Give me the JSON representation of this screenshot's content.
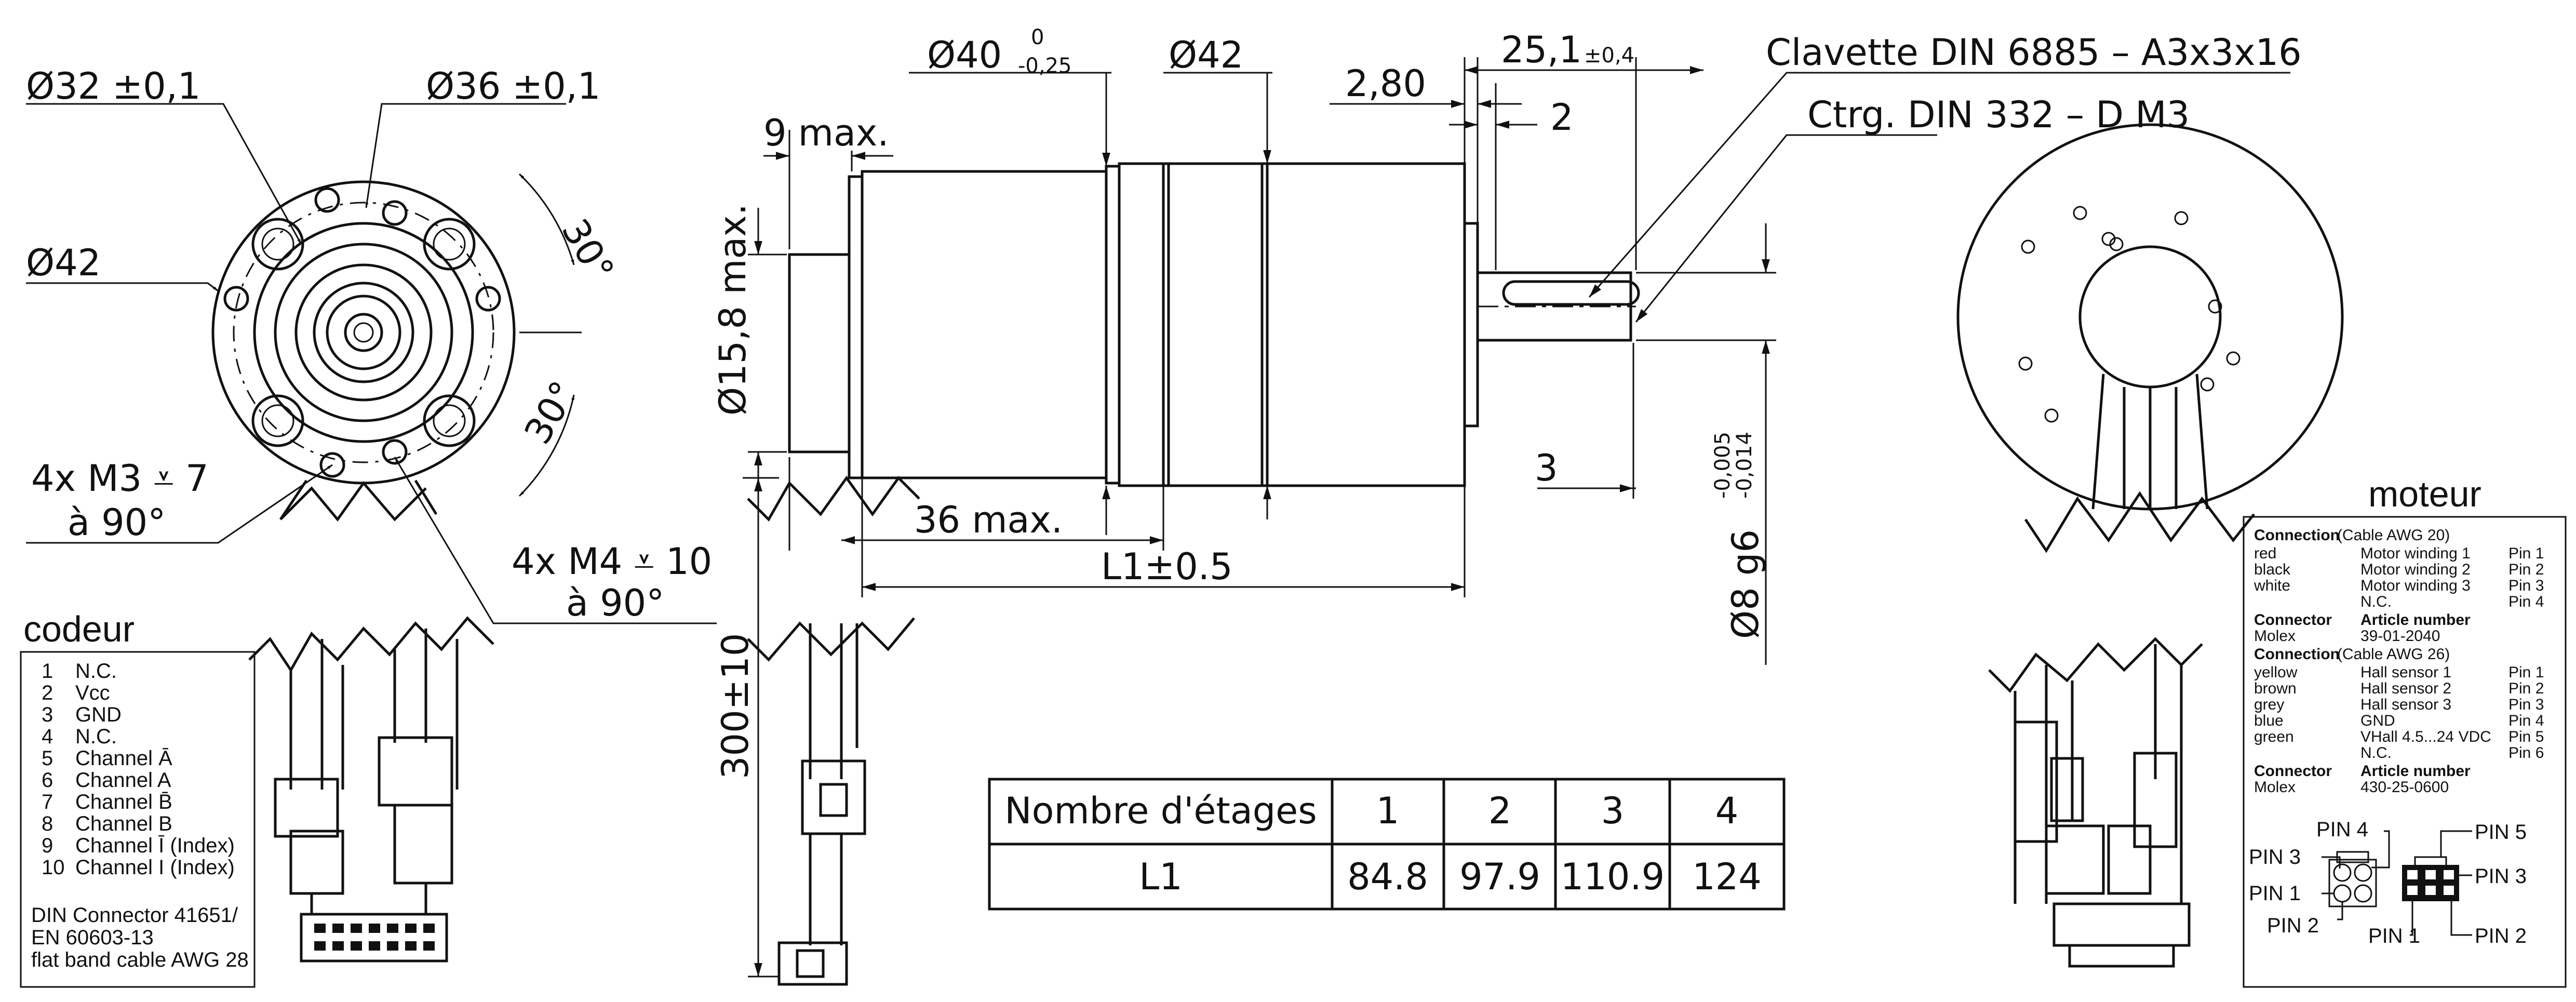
{
  "front_view": {
    "dia_32": "Ø32 ±0,1",
    "dia_36": "Ø36 ±0,1",
    "dia_42": "Ø42",
    "angle_top": "30°",
    "angle_bottom": "30°",
    "m3_thread": "4x M3 ⩡ 7",
    "m3_angle": "à 90°",
    "m4_thread": "4x M4 ⩡ 10",
    "m4_angle": "à 90°"
  },
  "side_view": {
    "dia_40": "Ø40",
    "dia_40_tol_upper": "0",
    "dia_40_tol_lower": "-0,25",
    "dia_42": "Ø42",
    "nine_max": "9 max.",
    "dim_2_80": "2,80",
    "dim_25_1": "25,1",
    "dim_25_1_tol": "±0,4",
    "dim_2": "2",
    "dim_3": "3",
    "key_label": "Clavette DIN 6885 – A3x3x16",
    "center_label": "Ctrg. DIN 332 – D M3",
    "dia_15_8": "Ø15,8 max.",
    "dia_8": "Ø8 g6",
    "dia_8_tol_upper": "-0,005",
    "dia_8_tol_lower": "-0,014",
    "thirty_six_max": "36 max.",
    "l1": "L1±0.5",
    "cable_len": "300±10"
  },
  "stages_table": {
    "header_label": "Nombre d'étages",
    "row_label": "L1",
    "stages": [
      "1",
      "2",
      "3",
      "4"
    ],
    "l1_values": [
      "84.8",
      "97.9",
      "110.9",
      "124"
    ]
  },
  "encoder": {
    "title": "codeur",
    "pins": [
      {
        "num": "1",
        "name": "N.C."
      },
      {
        "num": "2",
        "name": "Vcc"
      },
      {
        "num": "3",
        "name": "GND"
      },
      {
        "num": "4",
        "name": "N.C."
      },
      {
        "num": "5",
        "name": "Channel Ā"
      },
      {
        "num": "6",
        "name": "Channel A"
      },
      {
        "num": "7",
        "name": "Channel B̄"
      },
      {
        "num": "8",
        "name": "Channel B"
      },
      {
        "num": "9",
        "name": "Channel Ī (Index)"
      },
      {
        "num": "10",
        "name": "Channel I (Index)"
      }
    ],
    "footer": [
      "DIN Connector 41651/",
      "EN 60603-13",
      "flat band cable AWG 28"
    ]
  },
  "motor": {
    "title": "moteur",
    "conn1_title": "Connection",
    "conn1_sub": "(Cable AWG 20)",
    "conn1_rows": [
      {
        "color": "red",
        "desc": "Motor winding 1",
        "pin": "Pin 1"
      },
      {
        "color": "black",
        "desc": "Motor winding 2",
        "pin": "Pin 2"
      },
      {
        "color": "white",
        "desc": "Motor winding 3",
        "pin": "Pin 3"
      },
      {
        "color": "",
        "desc": "N.C.",
        "pin": "Pin 4"
      }
    ],
    "conn1_connector": "Connector",
    "conn1_article": "Article number",
    "conn1_maker": "Molex",
    "conn1_number": "39-01-2040",
    "conn2_title": "Connection",
    "conn2_sub": "(Cable AWG 26)",
    "conn2_rows": [
      {
        "color": "yellow",
        "desc": "Hall sensor 1",
        "pin": "Pin 1"
      },
      {
        "color": "brown",
        "desc": "Hall sensor 2",
        "pin": "Pin 2"
      },
      {
        "color": "grey",
        "desc": "Hall sensor 3",
        "pin": "Pin 3"
      },
      {
        "color": "blue",
        "desc": "GND",
        "pin": "Pin 4"
      },
      {
        "color": "green",
        "desc": "VHall 4.5...24 VDC",
        "pin": "Pin 5"
      },
      {
        "color": "",
        "desc": "N.C.",
        "pin": "Pin 6"
      }
    ],
    "conn2_connector": "Connector",
    "conn2_article": "Article number",
    "conn2_maker": "Molex",
    "conn2_number": "430-25-0600",
    "pin_labels": {
      "a_pin3": "PIN 3",
      "a_pin1": "PIN 1",
      "a_pin2": "PIN 2",
      "a_pin4": "PIN 4",
      "b_pin1": "PIN 1",
      "b_pin5": "PIN 5",
      "b_pin3": "PIN 3",
      "b_pin2": "PIN 2"
    }
  }
}
